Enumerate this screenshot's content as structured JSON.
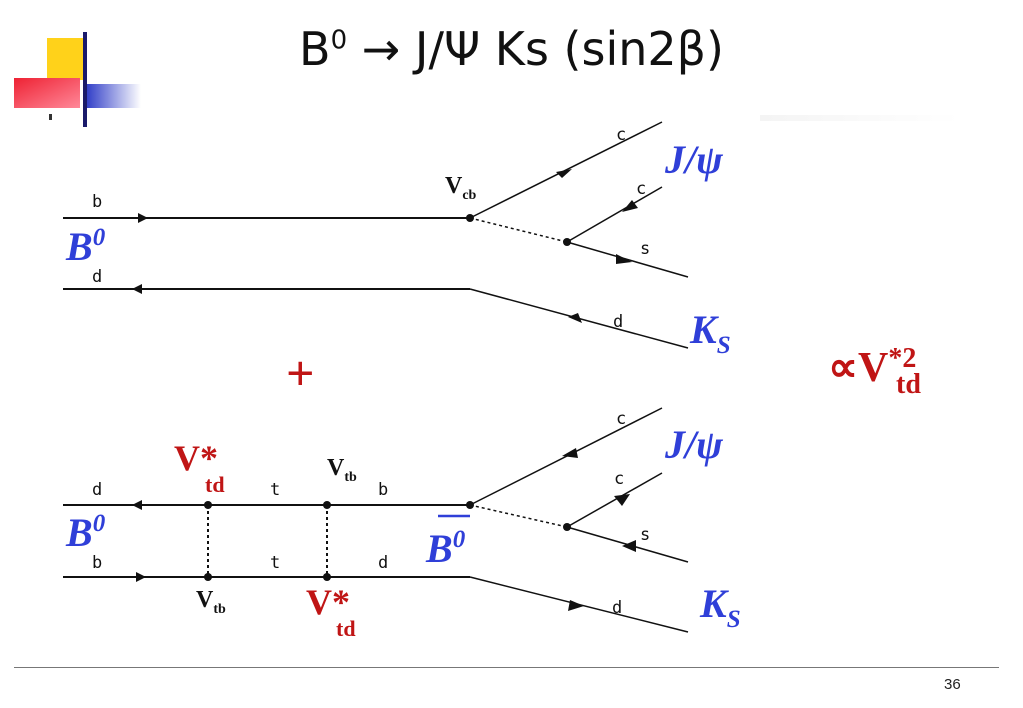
{
  "slide": {
    "title_prefix": "B",
    "title_sup": "0",
    "title_rest": " → J/Ψ Ks (sin2β)",
    "page_number": "36"
  },
  "diagram": {
    "quarks": {
      "top_b": "b",
      "top_d": "d",
      "top_c1": "c",
      "top_c2": "c",
      "top_s": "s",
      "top_d_out": "d",
      "bot_d": "d",
      "bot_b": "b",
      "bot_t1": "t",
      "bot_t2": "t",
      "bot_b_mid": "b",
      "bot_d_mid": "d",
      "bot_c1": "c",
      "bot_c2": "c",
      "bot_s": "s",
      "bot_d_out": "d"
    },
    "vertices": {
      "vcb_main": "V",
      "vcb_sub": "cb",
      "vtb_top_main": "V",
      "vtb_top_sub": "tb",
      "vtb_bot_main": "V",
      "vtb_bot_sub": "tb",
      "vtd_top_main": "V*",
      "vtd_top_sub": "td",
      "vtd_bot_main": "V*",
      "vtd_bot_sub": "td"
    },
    "particles": {
      "b0_top_main": "B",
      "b0_top_sup": "0",
      "b0_bot_main": "B",
      "b0_bot_sup": "0",
      "b0bar_main": "B",
      "b0bar_sup": "0",
      "jpsi_top": "J/ψ",
      "jpsi_bot": "J/ψ",
      "ks_top_main": "K",
      "ks_top_sub": "S",
      "ks_bot_main": "K",
      "ks_bot_sub": "S"
    },
    "plus": "+",
    "prop_main": "∝V",
    "prop_sup": "*2",
    "prop_sub": "td"
  }
}
